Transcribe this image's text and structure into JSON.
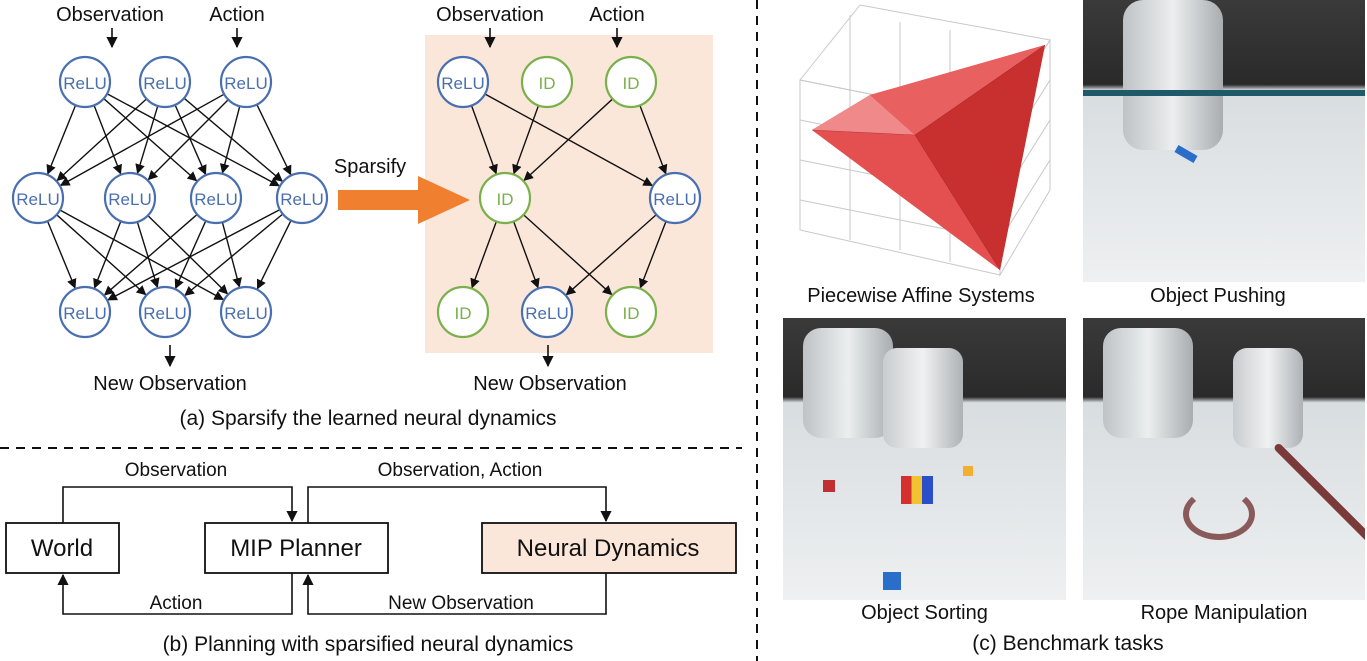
{
  "panel_a": {
    "caption": "(a) Sparsify the learned neural dynamics",
    "sparsify_label": "Sparsify",
    "dense": {
      "input_observation": "Observation",
      "input_action": "Action",
      "output": "New Observation",
      "layers": [
        [
          "ReLU",
          "ReLU",
          "ReLU"
        ],
        [
          "ReLU",
          "ReLU",
          "ReLU",
          "ReLU"
        ],
        [
          "ReLU",
          "ReLU",
          "ReLU"
        ]
      ]
    },
    "sparse": {
      "input_observation": "Observation",
      "input_action": "Action",
      "output": "New Observation",
      "layers": [
        [
          "ReLU",
          "ID",
          "ID"
        ],
        [
          "ID",
          "ReLU"
        ],
        [
          "ID",
          "ReLU",
          "ID"
        ]
      ]
    }
  },
  "panel_b": {
    "caption": "(b) Planning with sparsified neural dynamics",
    "world": "World",
    "planner": "MIP Planner",
    "dynamics": "Neural Dynamics",
    "edge_observation": "Observation",
    "edge_action": "Action",
    "edge_obs_action": "Observation, Action",
    "edge_new_observation": "New Observation"
  },
  "panel_c": {
    "caption": "(c) Benchmark tasks",
    "tasks": [
      "Piecewise Affine Systems",
      "Object Pushing",
      "Object Sorting",
      "Rope Manipulation"
    ]
  },
  "colors": {
    "relu": "#4a6fb0",
    "id": "#7ab04a",
    "arrow": "#f08030",
    "highlight": "#fbe6da",
    "pyramid": "#e04848"
  }
}
